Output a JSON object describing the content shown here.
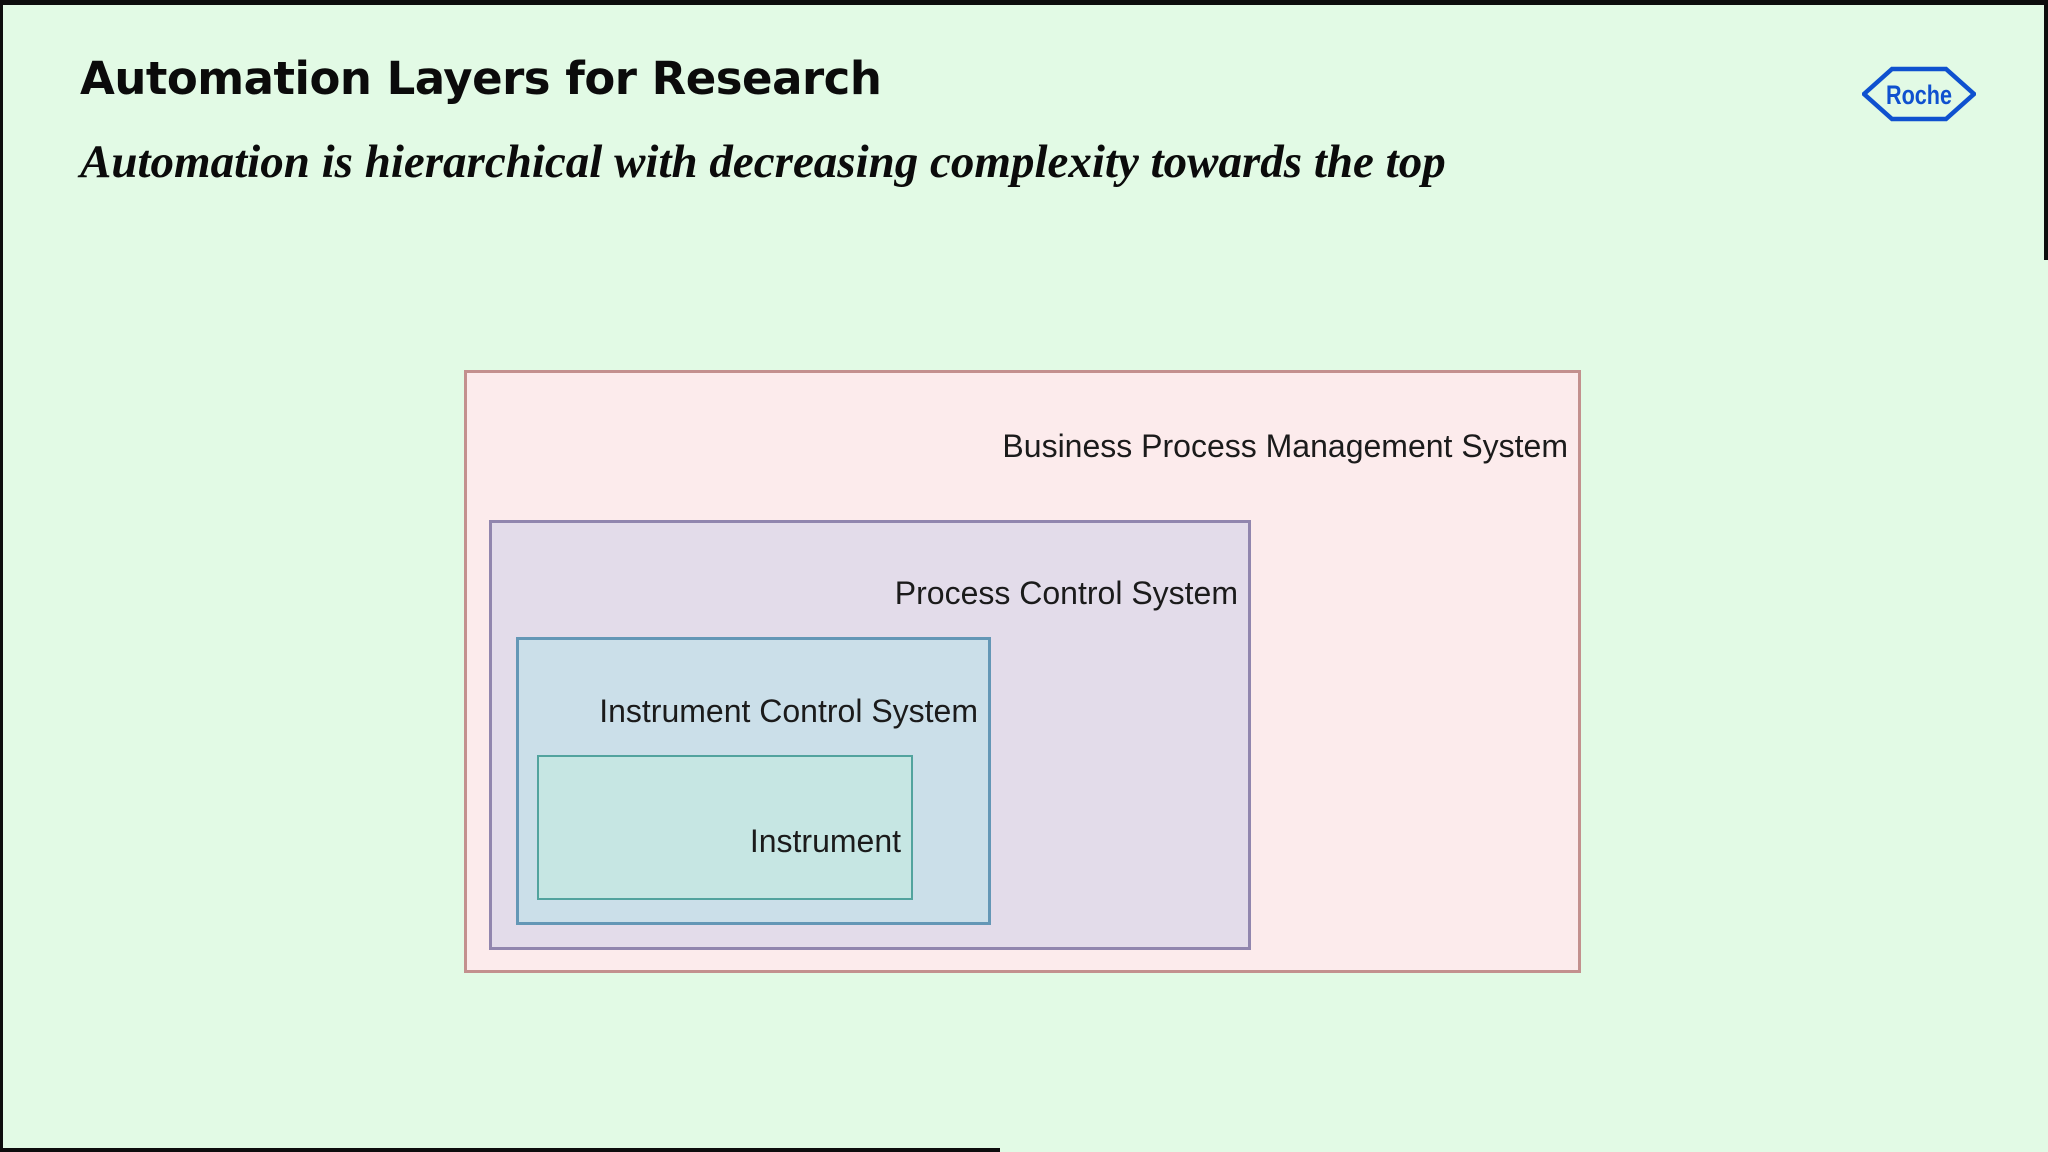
{
  "header": {
    "title": "Automation Layers for Research",
    "subtitle": "Automation is hierarchical with decreasing complexity towards the top"
  },
  "logo": {
    "text": "Roche",
    "color": "#0f51cf"
  },
  "diagram": {
    "description": "Nested hierarchy of automation layers, outermost to innermost",
    "layers": [
      {
        "id": "bpms",
        "label": "Business Process Management System",
        "fill": "#fcebec",
        "border": "#c3908e"
      },
      {
        "id": "pcs",
        "label": "Process Control System",
        "fill": "#e3dcea",
        "border": "#9186ae"
      },
      {
        "id": "ics",
        "label": "Instrument Control System",
        "fill": "#cbdfe9",
        "border": "#6497b6"
      },
      {
        "id": "instrument",
        "label": "Instrument",
        "fill": "#c6e6e3",
        "border": "#52a39e"
      }
    ]
  },
  "colors": {
    "background": "#e2fae5",
    "frame": "#0d0d0d",
    "label_text": "#1b1b1b"
  }
}
